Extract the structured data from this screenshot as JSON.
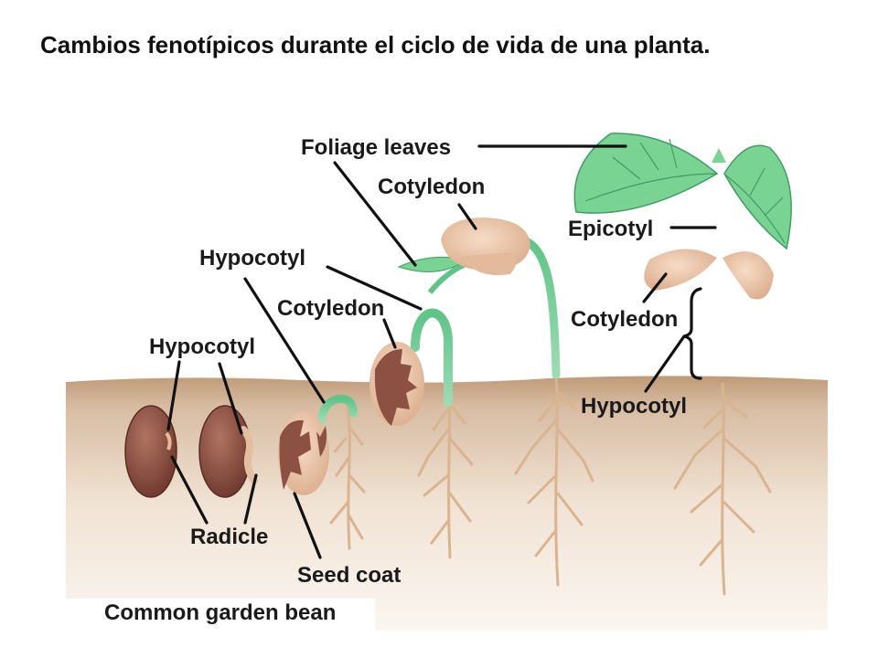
{
  "title": "Cambios fenotípicos durante el ciclo de vida de una planta.",
  "caption": "Common garden bean",
  "labels": {
    "foliage_leaves": "Foliage leaves",
    "cotyledon_top": "Cotyledon",
    "epicotyl": "Epicotyl",
    "hypocotyl_upper": "Hypocotyl",
    "cotyledon_mid": "Cotyledon",
    "cotyledon_right": "Cotyledon",
    "hypocotyl_left": "Hypocotyl",
    "hypocotyl_right": "Hypocotyl",
    "radicle": "Radicle",
    "seed_coat": "Seed coat"
  },
  "colors": {
    "soil": "#c9a887",
    "stem": "#6fcf8e",
    "leaf": "#79d393",
    "root": "#d9b48f",
    "seed": "#8c5143",
    "cotyledon": "#e9c4a6"
  }
}
